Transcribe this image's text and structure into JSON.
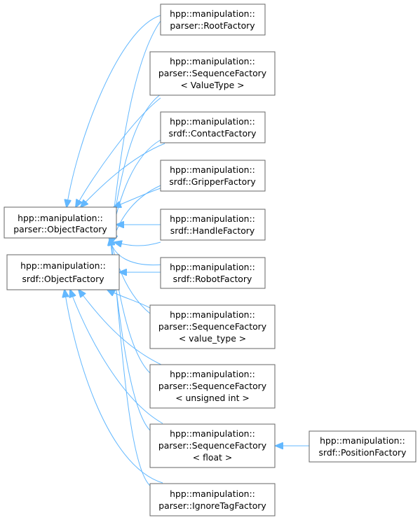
{
  "colors": {
    "edge": "#63b8ff",
    "border": "#666666",
    "text": "#000000",
    "background": "#ffffff"
  },
  "nodes": {
    "parser_object_factory": {
      "lines": [
        "hpp::manipulation::",
        "parser::ObjectFactory"
      ]
    },
    "srdf_object_factory": {
      "lines": [
        "hpp::manipulation::",
        "srdf::ObjectFactory"
      ]
    },
    "root_factory": {
      "lines": [
        "hpp::manipulation::",
        "parser::RootFactory"
      ]
    },
    "seq_valuetype": {
      "lines": [
        "hpp::manipulation::",
        "parser::SequenceFactory",
        "< ValueType >"
      ]
    },
    "contact_factory": {
      "lines": [
        "hpp::manipulation::",
        "srdf::ContactFactory"
      ]
    },
    "gripper_factory": {
      "lines": [
        "hpp::manipulation::",
        "srdf::GripperFactory"
      ]
    },
    "handle_factory": {
      "lines": [
        "hpp::manipulation::",
        "srdf::HandleFactory"
      ]
    },
    "robot_factory": {
      "lines": [
        "hpp::manipulation::",
        "srdf::RobotFactory"
      ]
    },
    "seq_value_type": {
      "lines": [
        "hpp::manipulation::",
        "parser::SequenceFactory",
        "< value_type >"
      ]
    },
    "seq_unsigned_int": {
      "lines": [
        "hpp::manipulation::",
        "parser::SequenceFactory",
        "< unsigned int >"
      ]
    },
    "seq_float": {
      "lines": [
        "hpp::manipulation::",
        "parser::SequenceFactory",
        "< float >"
      ]
    },
    "position_factory": {
      "lines": [
        "hpp::manipulation::",
        "srdf::PositionFactory"
      ]
    },
    "ignore_tag_factory": {
      "lines": [
        "hpp::manipulation::",
        "parser::IgnoreTagFactory"
      ]
    }
  }
}
